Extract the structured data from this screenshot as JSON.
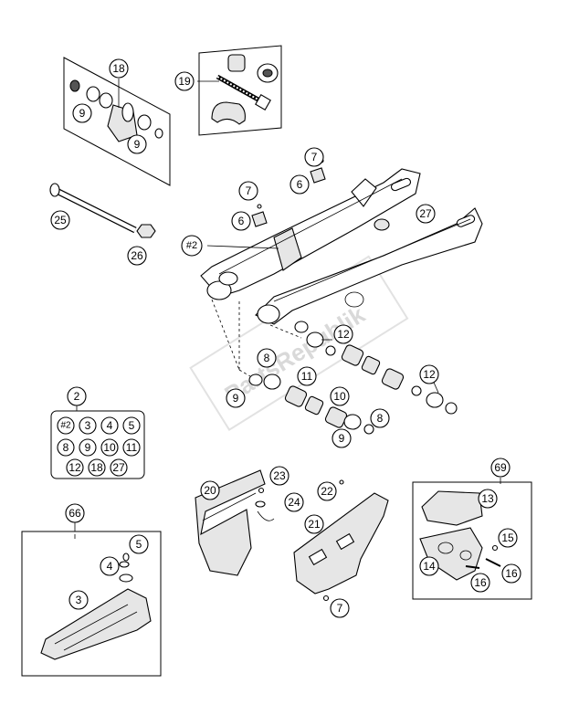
{
  "watermark": "PartsRepublik",
  "callouts": {
    "c18": "18",
    "c19": "19",
    "c7a": "7",
    "c7b": "7",
    "c6a": "6",
    "c6b": "6",
    "c27": "27",
    "c25": "25",
    "c26": "26",
    "c9a": "9",
    "c9b": "9",
    "cH2": "#2",
    "c12a": "12",
    "c12b": "12",
    "c8a": "8",
    "c8b": "8",
    "c11": "11",
    "c10": "10",
    "c9c": "9",
    "c9d": "9",
    "c2": "2",
    "c66": "66",
    "c5": "5",
    "c4": "4",
    "c3": "3",
    "c20": "20",
    "c23": "23",
    "c24": "24",
    "c22": "22",
    "c21": "21",
    "c7c": "7",
    "c69": "69",
    "c13": "13",
    "c15": "15",
    "c14": "14",
    "c16a": "16",
    "c16b": "16"
  },
  "kit2": {
    "row1": [
      "#2",
      "3",
      "4",
      "5"
    ],
    "row2": [
      "8",
      "9",
      "10",
      "11"
    ],
    "row3": [
      "12",
      "18",
      "27"
    ]
  }
}
